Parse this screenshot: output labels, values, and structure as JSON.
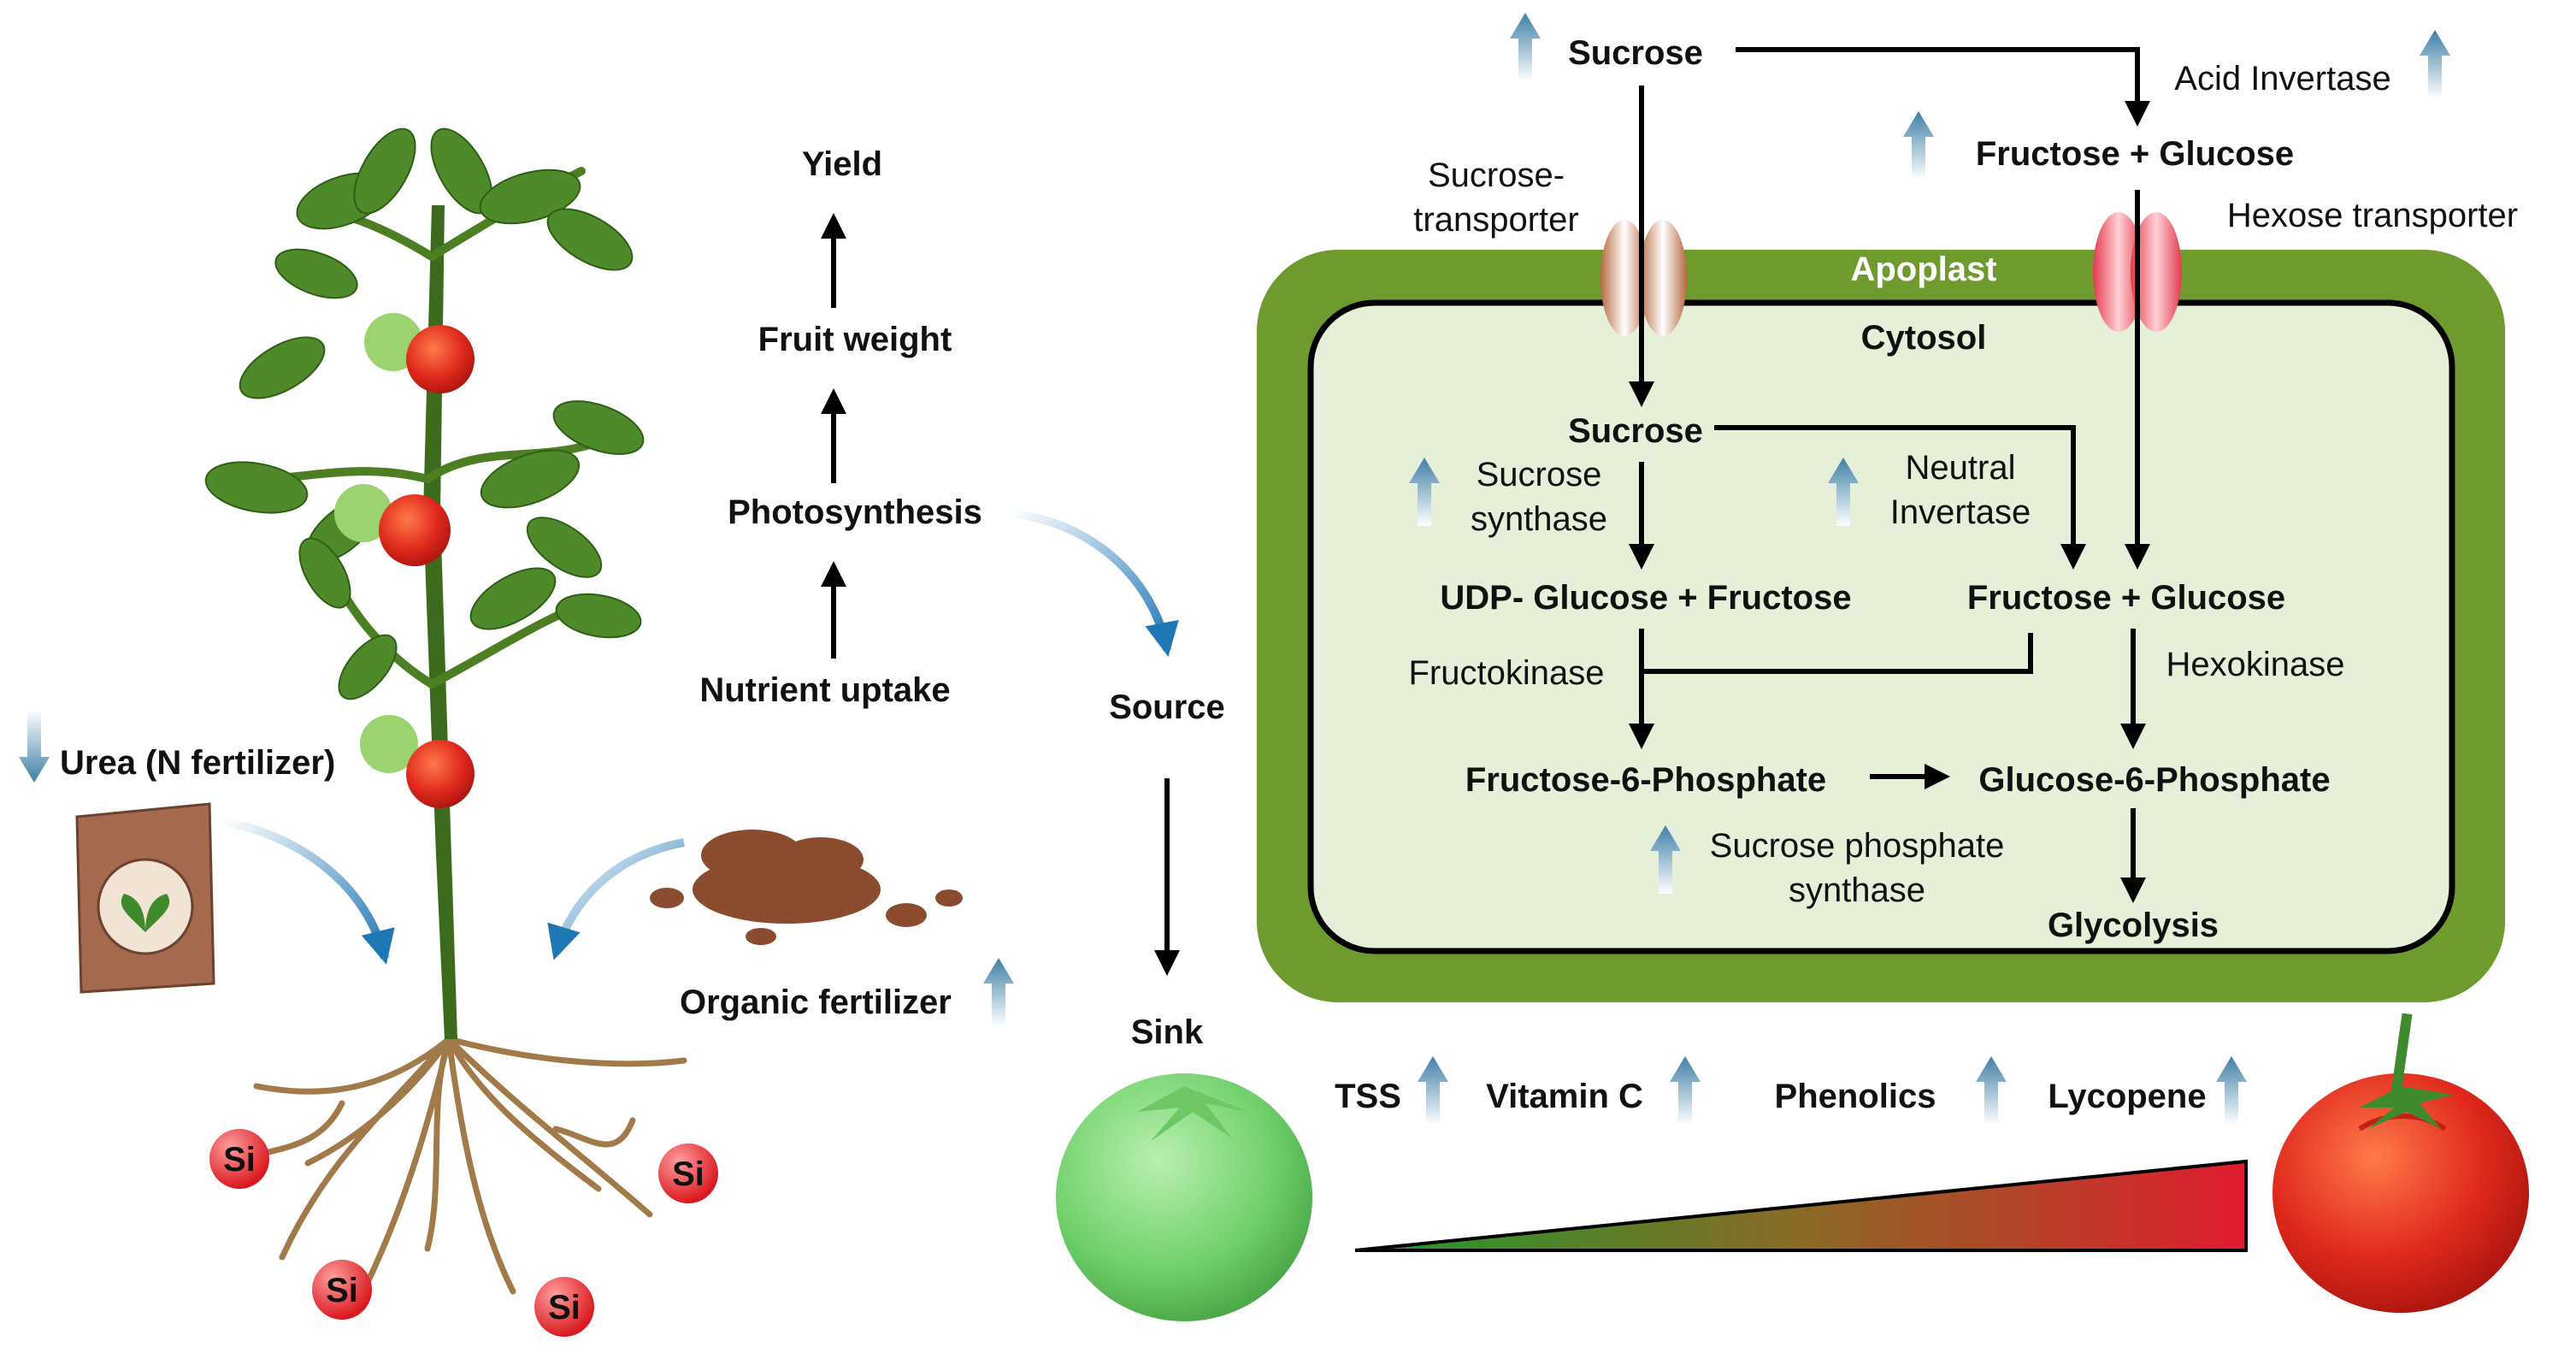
{
  "left": {
    "urea": "Urea (N fertilizer)",
    "organic": "Organic fertilizer",
    "silicon": [
      "Si",
      "Si",
      "Si",
      "Si"
    ]
  },
  "flow": {
    "yield": "Yield",
    "fruit_weight": "Fruit weight",
    "photosynthesis": "Photosynthesis",
    "nutrient_uptake": "Nutrient uptake",
    "source": "Source",
    "sink": "Sink"
  },
  "cell": {
    "sucrose_top": "Sucrose",
    "acid_invertase": "Acid Invertase",
    "fructose_glucose_top": "Fructose + Glucose",
    "sucrose_transporter": [
      "Sucrose-",
      "transporter"
    ],
    "hexose_transporter": "Hexose transporter",
    "apoplast": "Apoplast",
    "cytosol": "Cytosol",
    "sucrose_in": "Sucrose",
    "sucrose_synthase": [
      "Sucrose",
      "synthase"
    ],
    "neutral_invertase": [
      "Neutral",
      "Invertase"
    ],
    "udp_glucose_fructose": "UDP- Glucose + Fructose",
    "fructose_glucose_in": "Fructose + Glucose",
    "fructokinase": "Fructokinase",
    "hexokinase": "Hexokinase",
    "f6p": "Fructose-6-Phosphate",
    "g6p": "Glucose-6-Phosphate",
    "sps": [
      "Sucrose phosphate",
      "synthase"
    ],
    "glycolysis": "Glycolysis"
  },
  "quality": {
    "tss": "TSS",
    "vitamin_c": "Vitamin C",
    "phenolics": "Phenolics",
    "lycopene": "Lycopene"
  },
  "colors": {
    "cell_wall": "#6f9a2e",
    "cytosol_fill": "#e6f0d9",
    "up_arrow": "#3f7fa6",
    "tomato_red": "#d9261c",
    "tomato_green": "#6fcf6a"
  }
}
